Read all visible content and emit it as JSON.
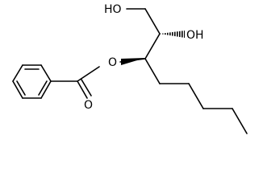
{
  "diagram": {
    "atoms": {
      "oh_top": "HO",
      "oh_right": "OH",
      "ester_o": "O",
      "carbonyl_o": "O"
    },
    "colors": {
      "bond": "#000000",
      "background": "#ffffff"
    }
  }
}
